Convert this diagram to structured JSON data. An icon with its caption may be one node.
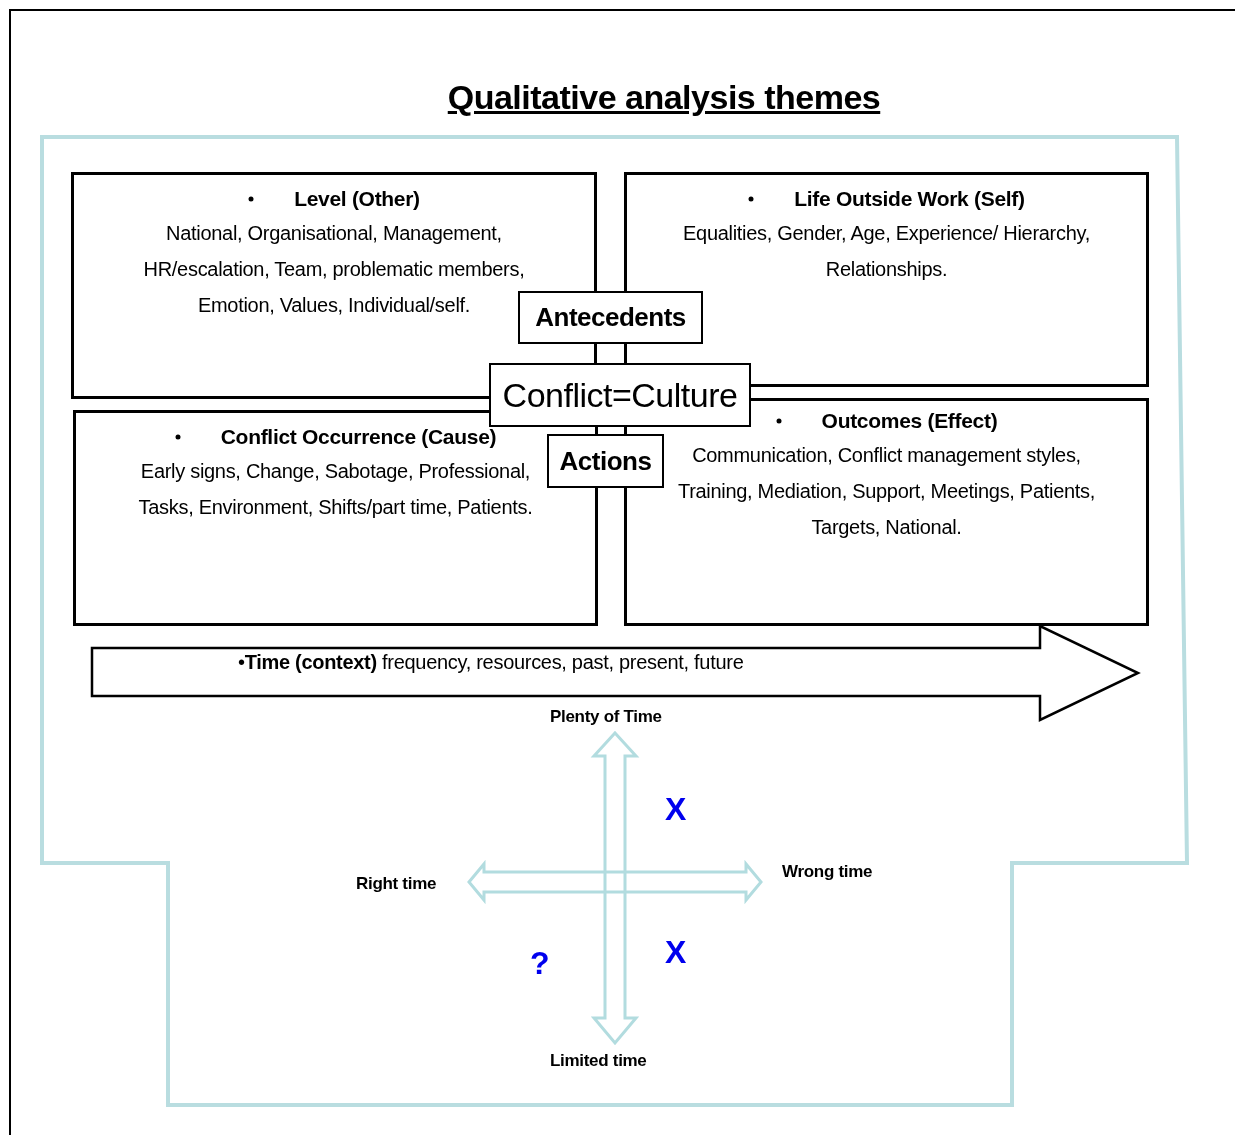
{
  "diagram": {
    "title": "Qualitative analysis themes",
    "nodes": [
      {
        "text": [
          "Level (Other)",
          "National, Organisational, Management, HR/escalation, Team, problematic members, Emotion, Values, Individual/self."
        ]
      },
      {
        "text": [
          "Life Outside Work (Self)",
          "Equalities, Gender, Age, Experience/ Hierarchy, Relationships."
        ]
      },
      {
        "text": [
          "Antecedents"
        ]
      },
      {
        "text": [
          "Conflict=Culture"
        ]
      },
      {
        "text": [
          "Conflict Occurrence (Cause)",
          "Early signs, Change, Sabotage, Professional, Tasks, Environment, Shifts/part time, Patients."
        ]
      },
      {
        "text": [
          "Actions"
        ]
      },
      {
        "text": [
          "Outcomes (Effect)",
          "Communication, Conflict management styles, Training, Mediation, Support, Meetings, Patients, Targets, National."
        ]
      },
      {
        "text": [
          "•**Time (context)** frequency, resources, past, present, future"
        ]
      }
    ],
    "edges": [],
    "labels": [
      "Plenty of Time",
      "X",
      "Wrong time",
      "Right time",
      "X",
      "?",
      "Limited time"
    ]
  }
}
